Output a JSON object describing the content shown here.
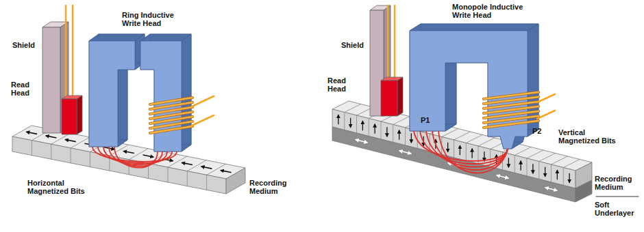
{
  "diagram": {
    "labels": [
      "Shield",
      "Ring Inductive Write Head",
      "Read Head",
      "Horizontal Magnetized Bits",
      "Recording Medium",
      "Shield",
      "Monopole Inductive Write Head",
      "Read Head",
      "P1",
      "P2",
      "Vertical Magnetized Bits",
      "Recording Medium",
      "Soft Underlayer"
    ]
  }
}
